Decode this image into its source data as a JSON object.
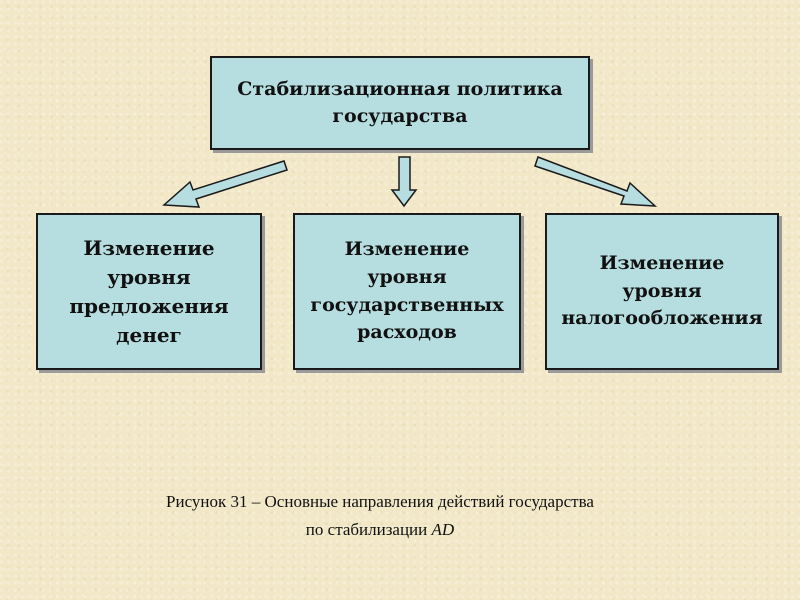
{
  "diagram": {
    "root": "Стабилизационная политика\nгосударства",
    "children": [
      "Изменение\nуровня\nпредложения\nденег",
      "Изменение\nуровня\nгосударственных\nрасходов",
      "Изменение\nуровня\nналогообложения"
    ]
  },
  "caption": {
    "line1": "Рисунок  31 – Основные направления действий государства",
    "line2_prefix": "по стабилизации ",
    "line2_italic": "AD"
  },
  "colors": {
    "background": "#f2e8c8",
    "box_fill": "#b6dde0",
    "arrow_fill": "#b6dde0",
    "border": "#1a1a1a"
  }
}
